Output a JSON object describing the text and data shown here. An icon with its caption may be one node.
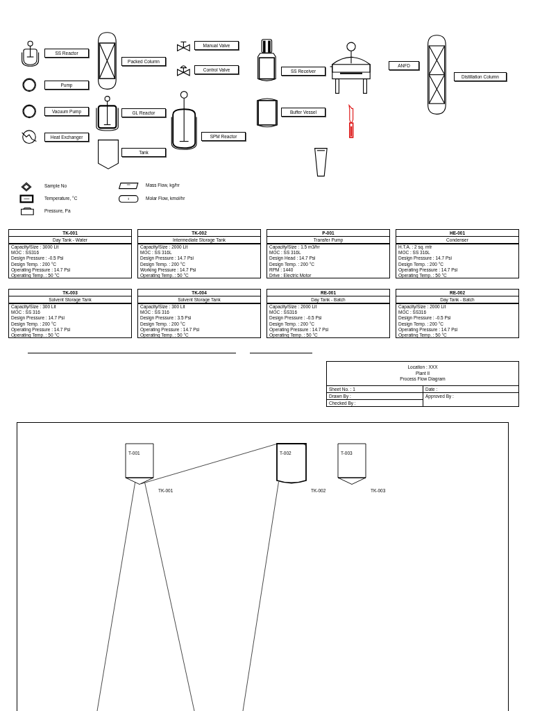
{
  "diagram": {
    "nodes": [
      {
        "text": [
          "SS Reactor"
        ]
      },
      {
        "text": [
          "Pump"
        ]
      },
      {
        "text": [
          "Vacuum Pump"
        ]
      },
      {
        "text": [
          "Heat Exchanger"
        ]
      },
      {
        "text": [
          "Packed Column"
        ]
      },
      {
        "text": [
          "GL Reactor"
        ]
      },
      {
        "text": [
          "Tank"
        ]
      },
      {
        "text": [
          "Manual Valve"
        ]
      },
      {
        "text": [
          "Control Valve"
        ]
      },
      {
        "text": [
          "SPM Reactor"
        ]
      },
      {
        "text": [
          "SS Receiver"
        ]
      },
      {
        "text": [
          "Buffer Vessel"
        ]
      },
      {
        "text": [
          "ANFD"
        ]
      },
      {
        "text": [
          "Distillation Column"
        ]
      },
      {
        "text": [
          "TK-001",
          "Day Tank - Water",
          "Capacity/Size : 3000 Lit",
          "MOC : SS316",
          "Design Pressure : -0.5 Psi",
          "Design Temp. : 200 °C",
          "Operating Pressure : 14.7 Psi",
          "Operating Temp. : 50 °C"
        ]
      },
      {
        "text": [
          "TK-002",
          "Intermediate Storage Tank",
          "Capacity/Size : 2000 Lit",
          "MOC : SS 316L",
          "Design Pressure : 14.7 Psi",
          "Design Temp. : 200 °C",
          "Working Pressure : 14.7 Psi",
          "Operating Temp. : 50 °C"
        ]
      },
      {
        "text": [
          "P-001",
          "Transfer Pump",
          "Capacity/Size : 1.5 m3/hr",
          "MOC : SS 316L",
          "Design Head : 14.7 Psi",
          "Design Temp. : 200 °C",
          "RPM : 1440",
          "Drive : Electric Motor"
        ]
      },
      {
        "text": [
          "HE-001",
          "Condenser",
          "H.T.A. : 2 sq. mtr",
          "MOC : SS 316L",
          "Design Pressure : 14.7 Psi",
          "Design Temp. : 200 °C",
          "Operating Pressure : 14.7 Psi",
          "Operating Temp. : 50 °C"
        ]
      },
      {
        "text": [
          "TK-003",
          "Solvent Storage Tank",
          "Capacity/Size : 300 Lit",
          "MOC : SS 316",
          "Design Pressure : 14.7 Psi",
          "Design Temp. : 200 °C",
          "Operating Pressure : 14.7 Psi",
          "Operating Temp. : 50 °C"
        ]
      },
      {
        "text": [
          "TK-004",
          "Solvent Storage Tank",
          "Capacity/Size : 300 Lit",
          "MOC : SS 316",
          "Design Pressure : 3.5 Psi",
          "Design Temp. : 200 °C",
          "Operating Pressure : 14.7 Psi",
          "Operating Temp. : 50 °C"
        ]
      },
      {
        "text": [
          "RE-001",
          "Day Tank - Batch",
          "Capacity/Size : 2000 Lit",
          "MOC : SS316",
          "Design Pressure : -0.5 Psi",
          "Design Temp. : 200 °C",
          "Operating Pressure : 14.7 Psi",
          "Operating Temp. : 50 °C"
        ]
      },
      {
        "text": [
          "RE-002",
          "Day Tank - Batch",
          "Capacity/Size : 2000 Lit",
          "MOC : SS316",
          "Design Pressure : -0.5 Psi",
          "Design Temp. : 200 °C",
          "Operating Pressure : 14.7 Psi",
          "Operating Temp. : 50 °C"
        ]
      },
      {
        "text": [
          "Location : XXX",
          "Plant II",
          "Process Flow Diagram",
          "Sheet No. : 1",
          "Date :",
          "Drawn By :",
          "Approved By :",
          "Checked By :"
        ]
      },
      {
        "text": [
          "T-001"
        ],
        "beside": [
          "TK-001"
        ]
      },
      {
        "text": [
          "T-002"
        ],
        "beside": [
          "TK-002"
        ]
      },
      {
        "text": [
          "T-003"
        ],
        "beside": [
          "TK-003"
        ]
      }
    ],
    "edges": [
      {
        "from": 23,
        "to": 24,
        "arrow": "none"
      },
      {
        "from": 23,
        "to": null,
        "arrow": "none"
      },
      {
        "from": 23,
        "to": null,
        "arrow": "none"
      },
      {
        "from": 24,
        "to": null,
        "arrow": "none"
      }
    ],
    "legend": [
      {
        "text": "Sample No"
      },
      {
        "text": "Temperature, °C"
      },
      {
        "text": "Pressure, Pa"
      },
      {
        "text": "Mass Flow, kg/hr"
      },
      {
        "text": "Molar Flow, kmol/hr"
      }
    ]
  }
}
